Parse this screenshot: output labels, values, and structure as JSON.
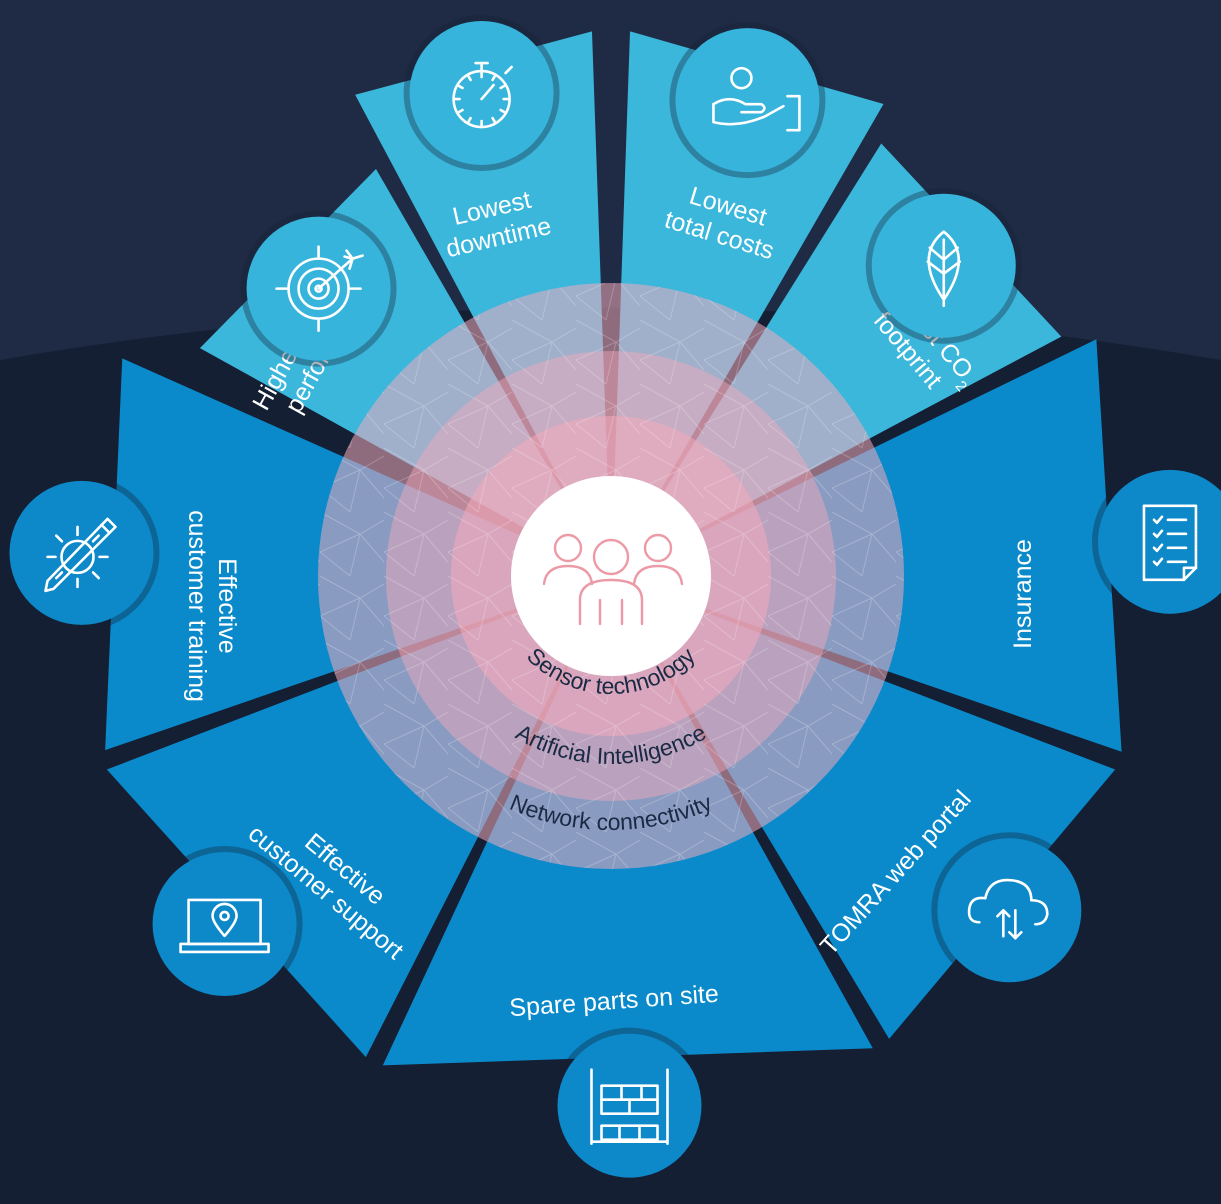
{
  "colors": {
    "background_bottom": "#141f33",
    "background_top": "#1f2b44",
    "segment_light": "#3bb7dc",
    "segment_dark": "#0a8acb",
    "icon_circle_light": "#37b4db",
    "icon_circle_dark": "#0d88c8",
    "ring_pink": "#f4aabb",
    "center_icon": "#ec9aa6"
  },
  "center": {
    "icon": "people-group-icon"
  },
  "rings": [
    {
      "label": "Sensor technology"
    },
    {
      "label": "Artificial Intelligence"
    },
    {
      "label": "Network connectivity"
    }
  ],
  "segments": [
    {
      "lines": [
        "Highest sorting",
        "performance"
      ],
      "icon": "target-icon",
      "tone": "light"
    },
    {
      "lines": [
        "Lowest",
        "downtime"
      ],
      "icon": "stopwatch-icon",
      "tone": "light"
    },
    {
      "lines": [
        "Lowest",
        "total costs"
      ],
      "icon": "hand-coin-icon",
      "tone": "light"
    },
    {
      "lines": [
        "Lowest CO",
        "footprint"
      ],
      "subscript": "2",
      "icon": "leaf-icon",
      "tone": "light"
    },
    {
      "lines": [
        "Insurance"
      ],
      "icon": "checklist-document-icon",
      "tone": "dark"
    },
    {
      "lines": [
        "TOMRA web portal"
      ],
      "icon": "cloud-upload-download-icon",
      "tone": "dark"
    },
    {
      "lines": [
        "Spare parts on site"
      ],
      "icon": "parts-shelf-icon",
      "tone": "dark"
    },
    {
      "lines": [
        "Effective",
        "customer support"
      ],
      "icon": "laptop-location-icon",
      "tone": "dark"
    },
    {
      "lines": [
        "Effective",
        "customer training"
      ],
      "icon": "gear-pencil-icon",
      "tone": "dark"
    }
  ]
}
